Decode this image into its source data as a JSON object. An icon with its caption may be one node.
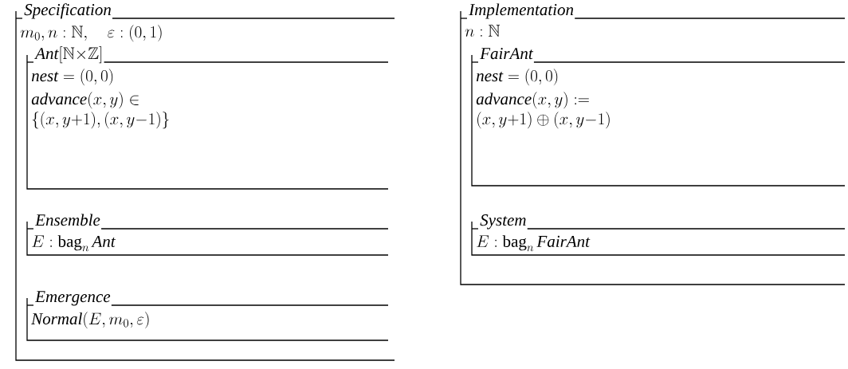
{
  "diagram": {
    "nodes": [
      {
        "text": [
          "\\mathit{Specification}",
          "m_0, n : \\mathbb{N},\\quad \\varepsilon : (0,1)"
        ]
      },
      {
        "text": [
          "\\mathit{Ant}[\\mathbb{N}{\\times}\\mathbb{Z}]",
          "\\mathit{nest} = (0,0)",
          "\\begin{array}{@{}l@{}}\\mathit{advance}(x,y) \\in \\\\ \\{(x,y{+}1),(x,y{-}1)\\}\\end{array}"
        ],
        "in": 0
      },
      {
        "text": [
          "\\mathit{Ensemble}",
          "E : \\mathrm{bag}_n\\, \\mathit{Ant}"
        ],
        "in": 0
      },
      {
        "text": [
          "\\mathit{Emergence}",
          "\\mathit{Normal}(E, m_0, \\varepsilon)"
        ],
        "in": 0
      },
      {
        "text": [
          "\\mathit{Implementation}",
          "n : \\mathbb{N}"
        ]
      },
      {
        "text": [
          "\\mathit{FairAnt}",
          "\\mathit{nest} = (0,0)",
          "\\begin{array}{@{}l@{}}\\mathit{advance}(x,y) :=\\\\ (x,y{+}1) \\oplus (x,y{-}1)\\end{array}"
        ],
        "in": 4
      },
      {
        "text": [
          "\\mathit{System}",
          "E : \\mathrm{bag}_n\\, \\mathit{FairAnt}"
        ],
        "in": 4
      }
    ]
  }
}
